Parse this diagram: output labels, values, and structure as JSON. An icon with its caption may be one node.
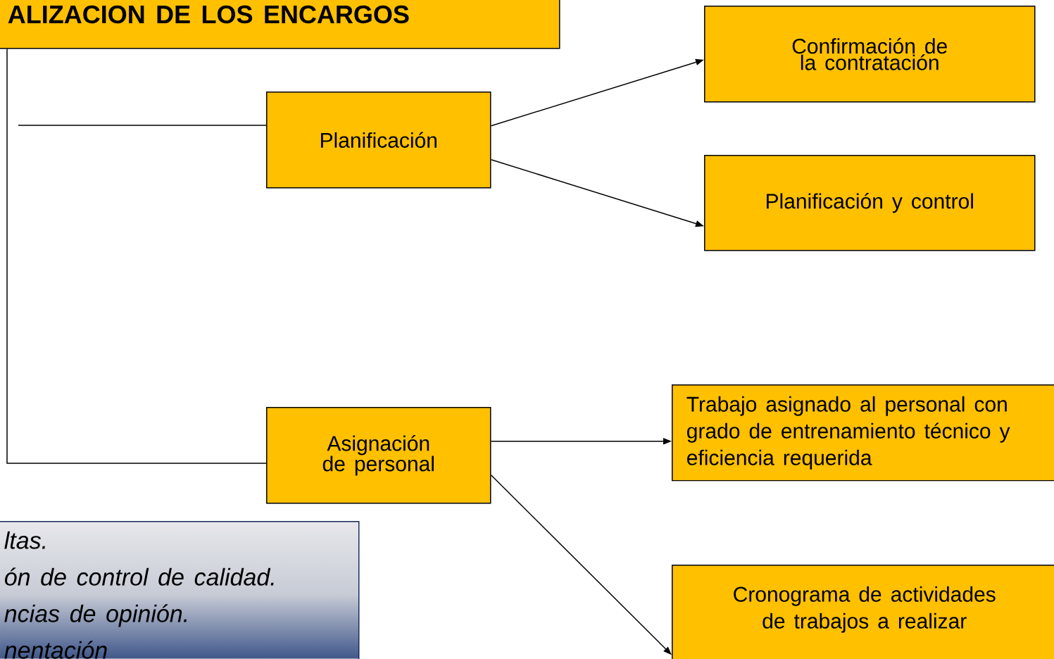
{
  "diagram": {
    "nodes": [
      {
        "text": [
          "ALIZACION DE LOS ENCARGOS"
        ]
      },
      {
        "text": [
          "Planificación"
        ]
      },
      {
        "text": [
          "Confirmación de la contratación"
        ]
      },
      {
        "text": [
          "Planificación y control"
        ]
      },
      {
        "text": [
          "Asignación de personal"
        ]
      },
      {
        "text": [
          "Trabajo asignado al personal con grado de entrenamiento técnico y eficiencia requerida"
        ]
      },
      {
        "text": [
          "Cronograma de actividades de trabajos a realizar"
        ]
      },
      {
        "text": [
          "ltas.",
          "ón de control de calidad.",
          "ncias de opinión.",
          "nentación"
        ]
      }
    ],
    "edges": [
      {
        "from": 0,
        "to": 4,
        "arrow": "none"
      },
      {
        "from": null,
        "to": 1,
        "arrow": "none"
      },
      {
        "from": 1,
        "to": 2,
        "arrow": "to"
      },
      {
        "from": 1,
        "to": 3,
        "arrow": "to"
      },
      {
        "from": 4,
        "to": 5,
        "arrow": "to"
      },
      {
        "from": 4,
        "to": 6,
        "arrow": "to"
      }
    ]
  }
}
